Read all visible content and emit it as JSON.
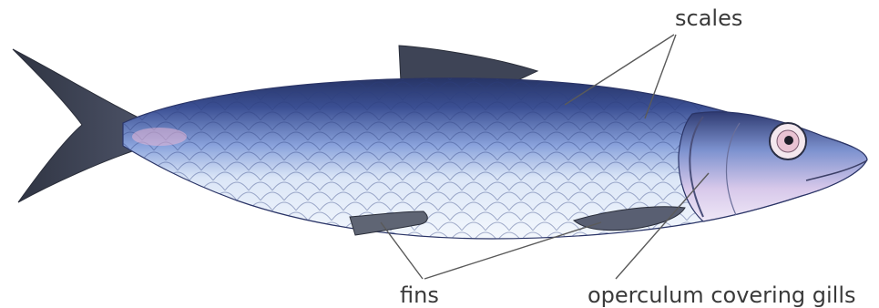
{
  "labels": {
    "scales": "scales",
    "fins": "fins",
    "operculum": "operculum covering gills"
  },
  "colors": {
    "body_top": "#2f3f7a",
    "body_mid": "#8fa8dc",
    "belly": "#eaf2fb",
    "fin": "#4a5060",
    "tail": "#3a3f4e",
    "leader_line": "#5a5a5a",
    "text": "#3a3a3a"
  },
  "icons": {
    "subject": "herring-fish-illustration"
  }
}
